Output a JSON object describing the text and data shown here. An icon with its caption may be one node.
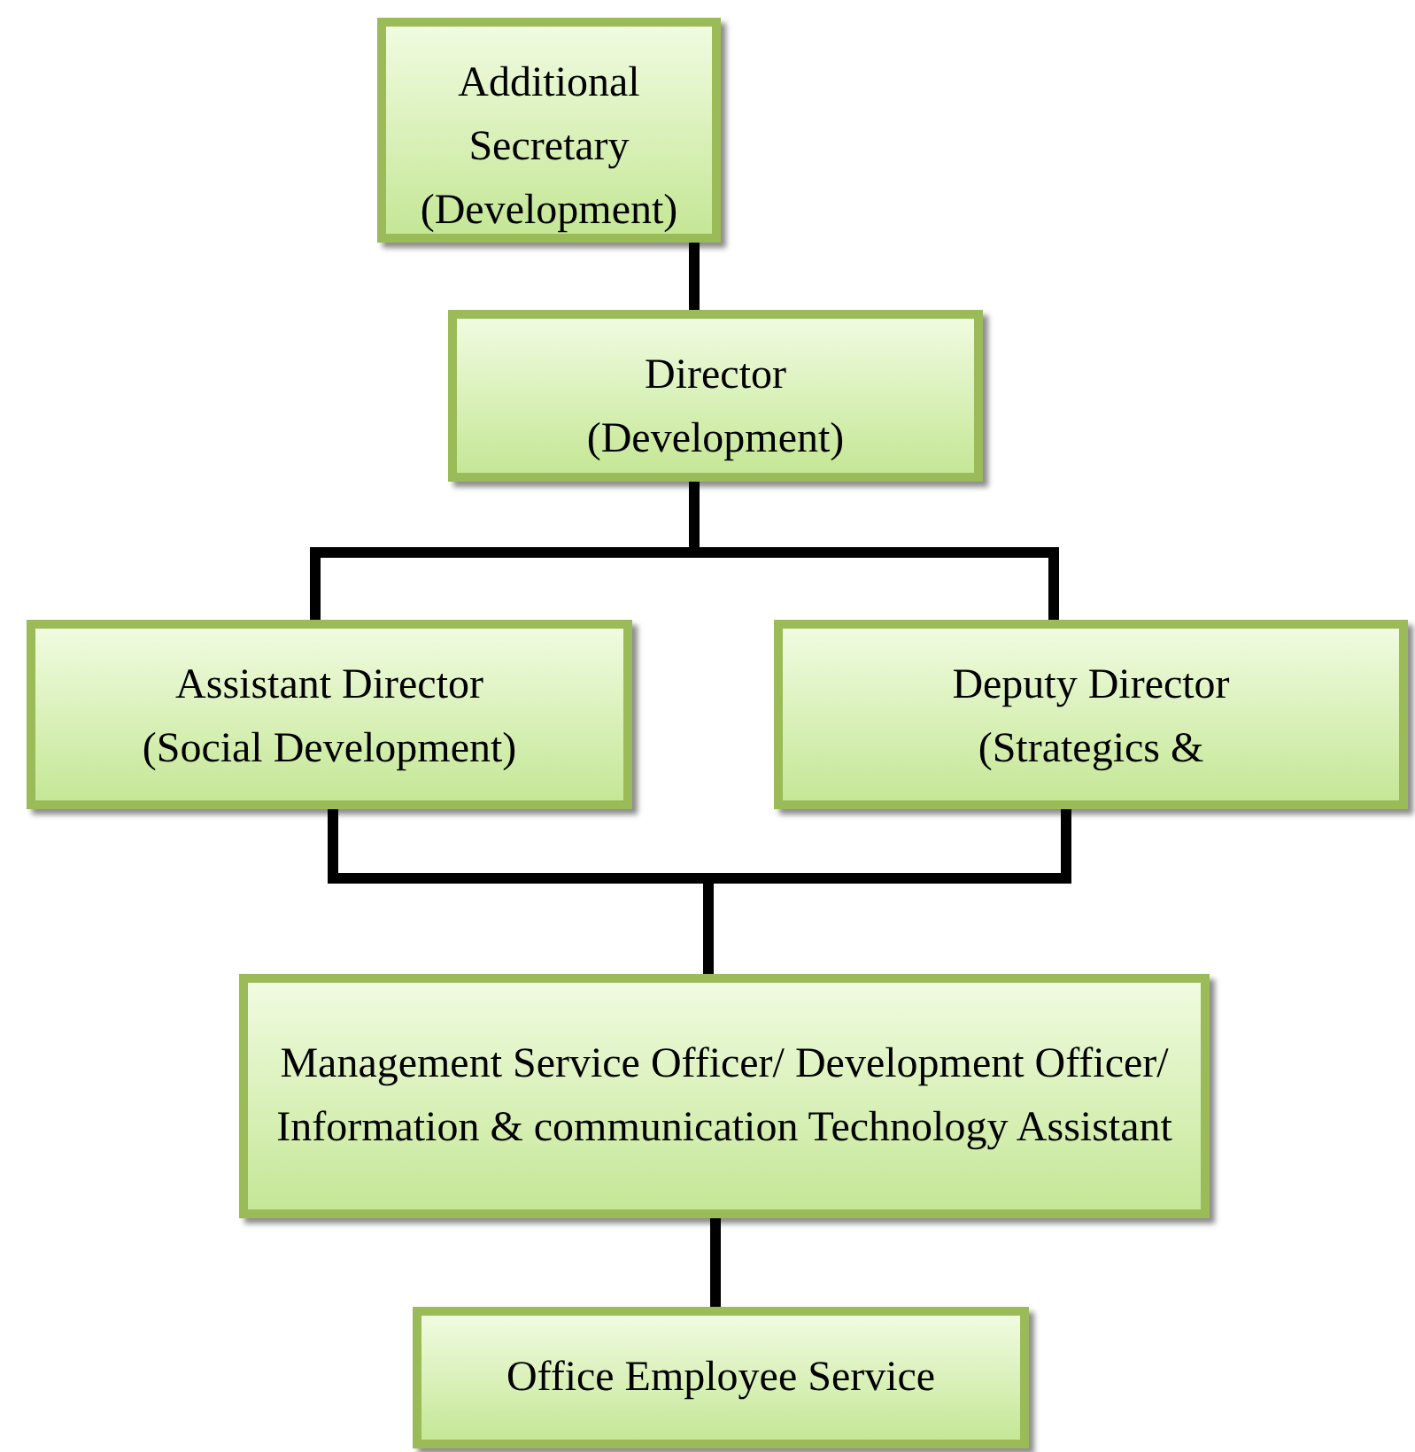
{
  "diagram": {
    "nodes": [
      {
        "text": [
          "Additional Secretary",
          "(Development)"
        ]
      },
      {
        "text": [
          "Director",
          "(Development)"
        ]
      },
      {
        "text": [
          "Assistant Director",
          "(Social Development)"
        ]
      },
      {
        "text": [
          "Deputy Director",
          "(Strategics &"
        ]
      },
      {
        "text": [
          "Management Service Officer/ Development Officer/ Information & communication Technology Assistant"
        ]
      },
      {
        "text": [
          "Office Employee Service"
        ]
      }
    ],
    "edges": [
      {
        "from": 0,
        "to": 1,
        "arrow": "none"
      },
      {
        "from": 1,
        "to": 2,
        "arrow": "none"
      },
      {
        "from": 1,
        "to": 3,
        "arrow": "none"
      },
      {
        "from": 2,
        "to": 4,
        "arrow": "none"
      },
      {
        "from": 3,
        "to": 4,
        "arrow": "none"
      },
      {
        "from": 4,
        "to": 5,
        "arrow": "none"
      }
    ]
  }
}
